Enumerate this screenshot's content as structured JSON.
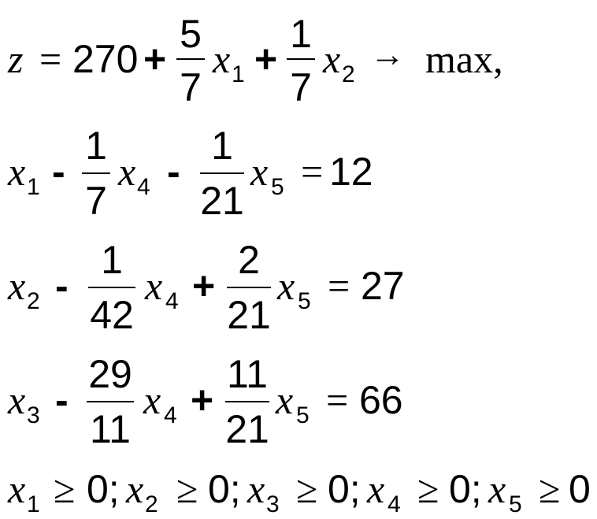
{
  "objective": {
    "lhs": "z",
    "eq": "=",
    "const": "270",
    "plus1": "+",
    "f1": {
      "num": "5",
      "den": "7"
    },
    "var1": "x",
    "sub1": "1",
    "plus2": "+",
    "f2": {
      "num": "1",
      "den": "7"
    },
    "var2": "x",
    "sub2": "2",
    "arrow": "→",
    "goal": "max,"
  },
  "constraints": [
    {
      "base_var": "x",
      "base_sub": "1",
      "op1": "-",
      "f1": {
        "num": "1",
        "den": "7"
      },
      "v1": "x",
      "s1": "4",
      "op2": "-",
      "f2": {
        "num": "1",
        "den": "21"
      },
      "v2": "x",
      "s2": "5",
      "eq": "=",
      "rhs": "12"
    },
    {
      "base_var": "x",
      "base_sub": "2",
      "op1": "-",
      "f1": {
        "num": "1",
        "den": "42"
      },
      "v1": "x",
      "s1": "4",
      "op2": "+",
      "f2": {
        "num": "2",
        "den": "21"
      },
      "v2": "x",
      "s2": "5",
      "eq": "=",
      "rhs": "27"
    },
    {
      "base_var": "x",
      "base_sub": "3",
      "op1": "-",
      "f1": {
        "num": "29",
        "den": "11"
      },
      "v1": "x",
      "s1": "4",
      "op2": "+",
      "f2": {
        "num": "11",
        "den": "21"
      },
      "v2": "x",
      "s2": "5",
      "eq": "=",
      "rhs": "66"
    }
  ],
  "nonneg": [
    {
      "var": "x",
      "sub": "1",
      "rel": "≥",
      "val": "0;"
    },
    {
      "var": "x",
      "sub": "2",
      "rel": "≥",
      "val": "0;"
    },
    {
      "var": "x",
      "sub": "3",
      "rel": "≥",
      "val": "0;"
    },
    {
      "var": "x",
      "sub": "4",
      "rel": "≥",
      "val": "0;"
    },
    {
      "var": "x",
      "sub": "5",
      "rel": "≥",
      "val": "0"
    }
  ]
}
